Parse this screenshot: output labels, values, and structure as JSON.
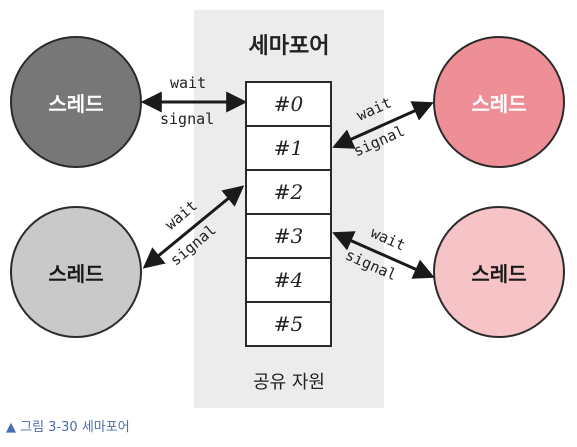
{
  "diagram": {
    "title": "세마포어",
    "shared_resource_label": "공유 자원",
    "slots": [
      "#0",
      "#1",
      "#2",
      "#3",
      "#4",
      "#5"
    ],
    "threads": [
      {
        "label": "스레드",
        "fill": "#777777",
        "text_color": "#ffffff"
      },
      {
        "label": "스레드",
        "fill": "#c9c9c9",
        "text_color": "#1a1a1a"
      },
      {
        "label": "스레드",
        "fill": "#ee8f98",
        "text_color": "#ffffff"
      },
      {
        "label": "스레드",
        "fill": "#f6c3c7",
        "text_color": "#1a1a1a"
      }
    ],
    "arrow_labels": {
      "wait": "wait",
      "signal": "signal"
    }
  },
  "caption": "▲ 그림 3-30 세마포어",
  "colors": {
    "panel": "#ececec",
    "caption": "#4a6db3",
    "stroke": "#1a1a1a"
  }
}
